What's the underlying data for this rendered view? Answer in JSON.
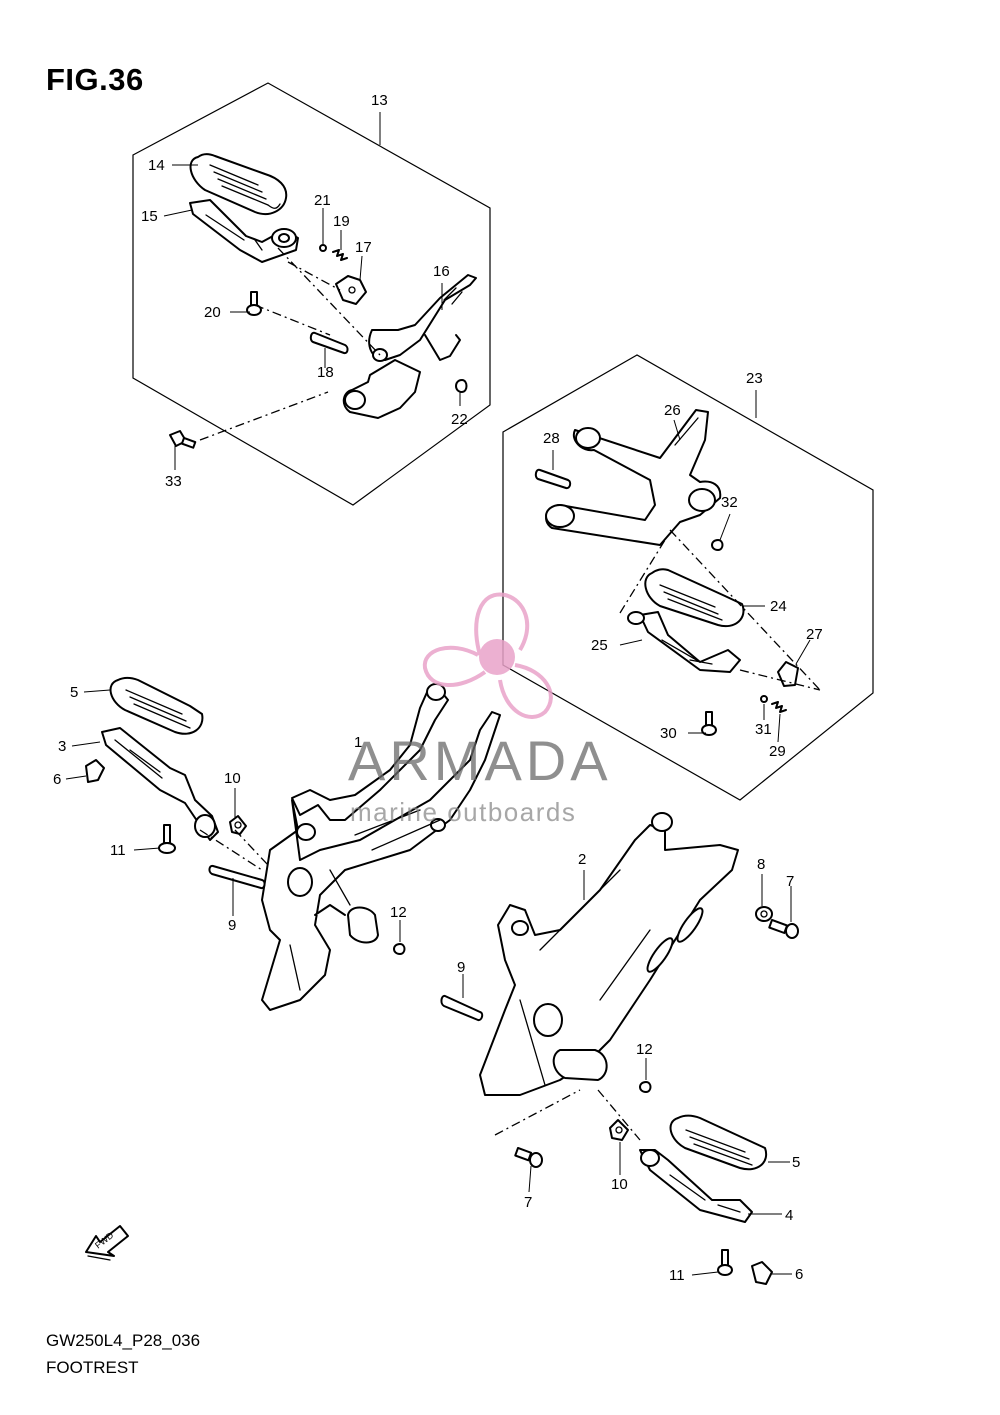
{
  "figure": {
    "title": "FIG.36",
    "code": "GW250L4_P28_036",
    "caption": "FOOTREST"
  },
  "watermark": {
    "brand": "ARMADA",
    "tagline": "marine outboards",
    "color": "#e9a3c9"
  },
  "parts": [
    {
      "id": "p13",
      "no": "13"
    },
    {
      "id": "p14",
      "no": "14"
    },
    {
      "id": "p15",
      "no": "15"
    },
    {
      "id": "p21",
      "no": "21"
    },
    {
      "id": "p19",
      "no": "19"
    },
    {
      "id": "p17",
      "no": "17"
    },
    {
      "id": "p16",
      "no": "16"
    },
    {
      "id": "p20",
      "no": "20"
    },
    {
      "id": "p18",
      "no": "18"
    },
    {
      "id": "p22",
      "no": "22"
    },
    {
      "id": "p33",
      "no": "33"
    },
    {
      "id": "p23",
      "no": "23"
    },
    {
      "id": "p26",
      "no": "26"
    },
    {
      "id": "p28",
      "no": "28"
    },
    {
      "id": "p32",
      "no": "32"
    },
    {
      "id": "p24",
      "no": "24"
    },
    {
      "id": "p25",
      "no": "25"
    },
    {
      "id": "p27",
      "no": "27"
    },
    {
      "id": "p30",
      "no": "30"
    },
    {
      "id": "p31",
      "no": "31"
    },
    {
      "id": "p29",
      "no": "29"
    },
    {
      "id": "p5a",
      "no": "5"
    },
    {
      "id": "p3",
      "no": "3"
    },
    {
      "id": "p6a",
      "no": "6"
    },
    {
      "id": "p1",
      "no": "1"
    },
    {
      "id": "p10a",
      "no": "10"
    },
    {
      "id": "p11a",
      "no": "11"
    },
    {
      "id": "p9a",
      "no": "9"
    },
    {
      "id": "p12a",
      "no": "12"
    },
    {
      "id": "p2",
      "no": "2"
    },
    {
      "id": "p8",
      "no": "8"
    },
    {
      "id": "p7a",
      "no": "7"
    },
    {
      "id": "p9b",
      "no": "9"
    },
    {
      "id": "p12b",
      "no": "12"
    },
    {
      "id": "p7b",
      "no": "7"
    },
    {
      "id": "p10b",
      "no": "10"
    },
    {
      "id": "p5b",
      "no": "5"
    },
    {
      "id": "p4",
      "no": "4"
    },
    {
      "id": "p11b",
      "no": "11"
    },
    {
      "id": "p6b",
      "no": "6"
    }
  ],
  "fwd_arrow": {
    "label": "FWD"
  }
}
